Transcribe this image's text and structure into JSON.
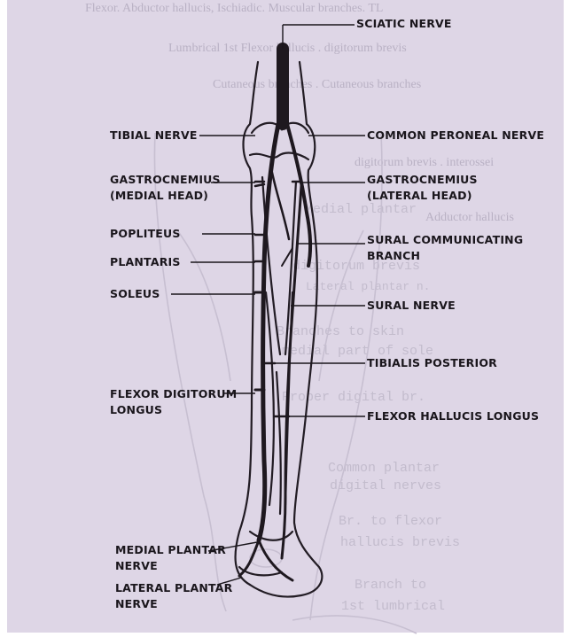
{
  "labels": {
    "sciatic": "SCIATIC NERVE",
    "tibial": "TIBIAL NERVE",
    "common_peroneal": "COMMON PERONEAL NERVE",
    "gastroc_medial_1": "GASTROCNEMIUS",
    "gastroc_medial_2": "(MEDIAL HEAD)",
    "gastroc_lateral_1": "GASTROCNEMIUS",
    "gastroc_lateral_2": "(LATERAL HEAD)",
    "popliteus": "POPLITEUS",
    "plantaris": "PLANTARIS",
    "soleus": "SOLEUS",
    "sural_comm_1": "SURAL COMMUNICATING",
    "sural_comm_2": "BRANCH",
    "sural": "SURAL NERVE",
    "tibialis_posterior": "TIBIALIS POSTERIOR",
    "fdl_1": "FLEXOR DIGITORUM",
    "fdl_2": "LONGUS",
    "fhl": "FLEXOR HALLUCIS LONGUS",
    "medial_plantar_1": "MEDIAL PLANTAR",
    "medial_plantar_2": "NERVE",
    "lateral_plantar_1": "LATERAL PLANTAR",
    "lateral_plantar_2": "NERVE"
  },
  "bleed_through": {
    "line1": "Flexor. Abductor hallucis, Ischiadic. Muscular branches. TL",
    "line2": "Lumbrical 1st Flexor hallucis . digitorum brevis",
    "line3": "Cutaneous branches . Cutaneous branches",
    "line4": "digitorum brevis . interossei",
    "line5": "Adductor hallucis",
    "mono1": "Medial plantar",
    "mono2": "digitorum brevis",
    "mono3": "Lateral plantar n.",
    "mono4": "Branches to skin",
    "mono5": "medial part of sole",
    "mono6": "Proper digital br.",
    "mono7": "Common plantar",
    "mono8": "digital nerves",
    "mono9": "Br. to flexor",
    "mono10": "hallucis brevis",
    "mono11": "Branch to",
    "mono12": "1st lumbrical"
  }
}
